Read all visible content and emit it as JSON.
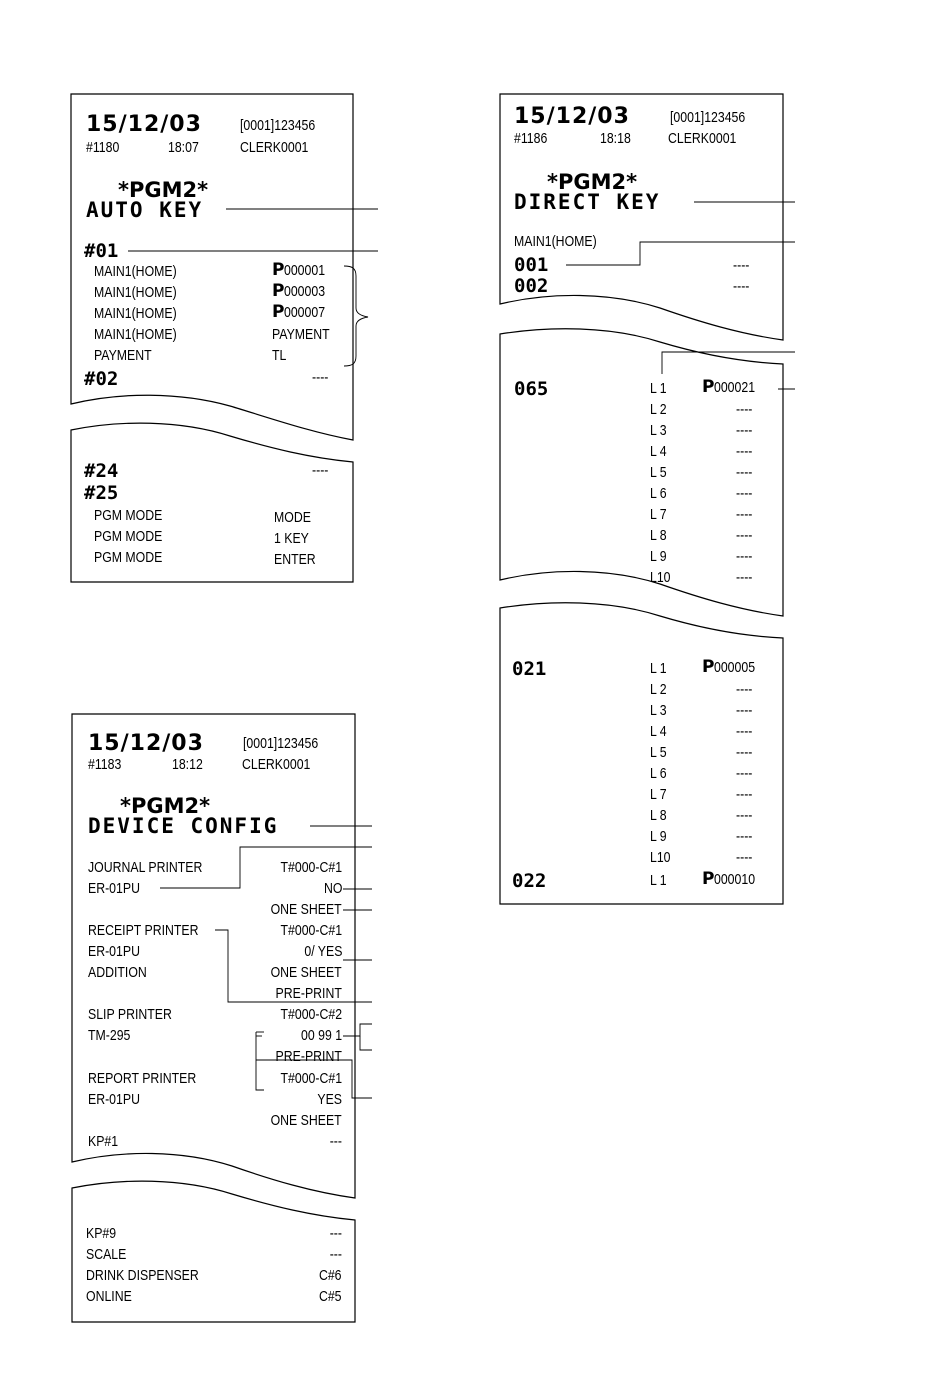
{
  "auto_key_receipt": {
    "date": "15/12/03",
    "id": "[0001]123456",
    "consec": "#1180",
    "time": "18:07",
    "clerk": "CLERK0001",
    "mode_title": "*PGM2*",
    "title": "AUTO KEY",
    "key01": "#01",
    "rows": [
      {
        "left": "MAIN1(HOME)",
        "prefix": "P",
        "right": "000001"
      },
      {
        "left": "MAIN1(HOME)",
        "prefix": "P",
        "right": "000003"
      },
      {
        "left": "MAIN1(HOME)",
        "prefix": "P",
        "right": "000007"
      },
      {
        "left": "MAIN1(HOME)",
        "prefix": "",
        "right": "PAYMENT"
      },
      {
        "left": "PAYMENT",
        "prefix": "",
        "right": "TL"
      }
    ],
    "key02": "#02",
    "key02_value": "----",
    "key24": "#24",
    "key24_value": "----",
    "key25": "#25",
    "rows2": [
      {
        "left": "PGM MODE",
        "right": "MODE"
      },
      {
        "left": "PGM MODE",
        "right": "1  KEY"
      },
      {
        "left": "PGM MODE",
        "right": "ENTER"
      }
    ]
  },
  "direct_key_receipt": {
    "date": "15/12/03",
    "id": "[0001]123456",
    "consec": "#1186",
    "time": "18:18",
    "clerk": "CLERK0001",
    "mode_title": "*PGM2*",
    "title": "DIRECT  KEY",
    "group": "MAIN1(HOME)",
    "k001": "001",
    "k001_value": "----",
    "k002": "002",
    "k002_value": "----",
    "k065": "065",
    "levels065": [
      {
        "level": "L 1",
        "prefix": "P",
        "value": "000021"
      },
      {
        "level": "L 2",
        "prefix": "",
        "value": "----"
      },
      {
        "level": "L 3",
        "prefix": "",
        "value": "----"
      },
      {
        "level": "L 4",
        "prefix": "",
        "value": "----"
      },
      {
        "level": "L 5",
        "prefix": "",
        "value": "----"
      },
      {
        "level": "L 6",
        "prefix": "",
        "value": "----"
      },
      {
        "level": "L 7",
        "prefix": "",
        "value": "----"
      },
      {
        "level": "L 8",
        "prefix": "",
        "value": "----"
      },
      {
        "level": "L 9",
        "prefix": "",
        "value": "----"
      },
      {
        "level": "L10",
        "prefix": "",
        "value": "----"
      }
    ],
    "k021": "021",
    "levels021": [
      {
        "level": "L 1",
        "prefix": "P",
        "value": "000005"
      },
      {
        "level": "L 2",
        "prefix": "",
        "value": "----"
      },
      {
        "level": "L 3",
        "prefix": "",
        "value": "----"
      },
      {
        "level": "L 4",
        "prefix": "",
        "value": "----"
      },
      {
        "level": "L 5",
        "prefix": "",
        "value": "----"
      },
      {
        "level": "L 6",
        "prefix": "",
        "value": "----"
      },
      {
        "level": "L 7",
        "prefix": "",
        "value": "----"
      },
      {
        "level": "L 8",
        "prefix": "",
        "value": "----"
      },
      {
        "level": "L 9",
        "prefix": "",
        "value": "----"
      },
      {
        "level": "L10",
        "prefix": "",
        "value": "----"
      }
    ],
    "k022": "022",
    "k022_level": "L 1",
    "k022_prefix": "P",
    "k022_value": "000010"
  },
  "device_config_receipt": {
    "date": "15/12/03",
    "id": "[0001]123456",
    "consec": "#1183",
    "time": "18:12",
    "clerk": "CLERK0001",
    "mode_title": "*PGM2*",
    "title": "DEVICE  CONFIG",
    "rows": [
      {
        "left": "JOURNAL PRINTER",
        "right": "T#000-C#1"
      },
      {
        "left": " ER-01PU",
        "right": "NO"
      },
      {
        "left": "",
        "right": "ONE SHEET"
      },
      {
        "left": "RECEIPT PRINTER",
        "right": "T#000-C#1"
      },
      {
        "left": " ER-01PU",
        "right": "0/ YES"
      },
      {
        "left": " ADDITION",
        "right": "ONE SHEET"
      },
      {
        "left": "",
        "right": "PRE-PRINT"
      },
      {
        "left": "SLIP PRINTER",
        "right": "T#000-C#2"
      },
      {
        "left": " TM-295",
        "right": "00 99 1"
      },
      {
        "left": "",
        "right": "PRE-PRINT"
      },
      {
        "left": "REPORT PRINTER",
        "right": "T#000-C#1"
      },
      {
        "left": " ER-01PU",
        "right": "YES"
      },
      {
        "left": "",
        "right": "ONE SHEET"
      },
      {
        "left": "KP#1",
        "right": "---"
      }
    ],
    "rows2": [
      {
        "left": "KP#9",
        "right": "---"
      },
      {
        "left": "SCALE",
        "right": "---"
      },
      {
        "left": "DRINK DISPENSER",
        "right": "C#6"
      },
      {
        "left": "ONLINE",
        "right": "C#5"
      }
    ]
  }
}
